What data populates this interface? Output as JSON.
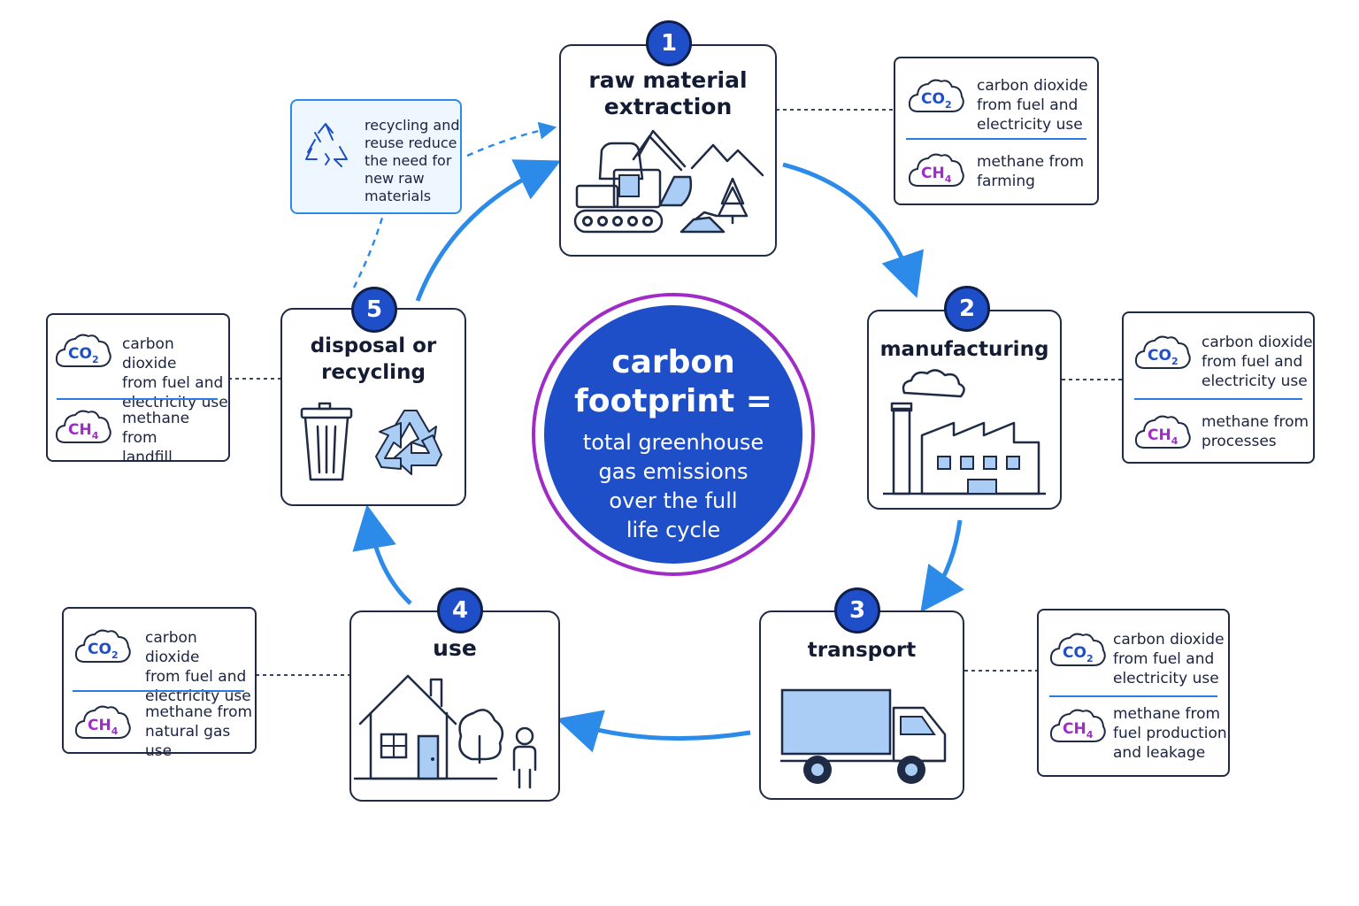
{
  "center": {
    "title": "carbon\nfootprint =",
    "subtitle": "total greenhouse\ngas emissions\nover the full\nlife cycle"
  },
  "stages": [
    {
      "number": "1",
      "title": "raw material\nextraction",
      "icon": "excavator-mountains-icon"
    },
    {
      "number": "2",
      "title": "manufacturing",
      "icon": "factory-icon"
    },
    {
      "number": "3",
      "title": "transport",
      "icon": "truck-icon"
    },
    {
      "number": "4",
      "title": "use",
      "icon": "house-person-icon"
    },
    {
      "number": "5",
      "title": "disposal or\nrecycling",
      "icon": "trash-recycle-icon"
    }
  ],
  "emissions": [
    {
      "co2_label": "CO",
      "co2_sub": "2",
      "co2_text": "carbon dioxide\nfrom fuel and\nelectricity use",
      "ch4_label": "CH",
      "ch4_sub": "4",
      "ch4_text": "methane from\nfarming"
    },
    {
      "co2_label": "CO",
      "co2_sub": "2",
      "co2_text": "carbon dioxide\nfrom fuel and\nelectricity use",
      "ch4_label": "CH",
      "ch4_sub": "4",
      "ch4_text": "methane from\nprocesses"
    },
    {
      "co2_label": "CO",
      "co2_sub": "2",
      "co2_text": "carbon dioxide\nfrom fuel and\nelectricity use",
      "ch4_label": "CH",
      "ch4_sub": "4",
      "ch4_text": "methane from\nfuel production\nand leakage"
    },
    {
      "co2_label": "CO",
      "co2_sub": "2",
      "co2_text": "carbon dioxide\nfrom fuel and\nelectricity use",
      "ch4_label": "CH",
      "ch4_sub": "4",
      "ch4_text": "methane from\nnatural gas use"
    },
    {
      "co2_label": "CO",
      "co2_sub": "2",
      "co2_text": "carbon dioxide\nfrom fuel and\nelectricity use",
      "ch4_label": "CH",
      "ch4_sub": "4",
      "ch4_text": "methane from\nlandfill"
    }
  ],
  "recycling_note": {
    "text": "recycling and\nreuse reduce\nthe need for\nnew raw\nmaterials",
    "icon": "recycle-icon"
  },
  "colors": {
    "primary": "#1f4fc8",
    "arrow": "#2c8be8",
    "ring": "#a02cc8",
    "co2": "#1f4fc8",
    "ch4": "#a02cc8",
    "outline": "#1f2a44",
    "fill_light": "#a9cdf5"
  }
}
